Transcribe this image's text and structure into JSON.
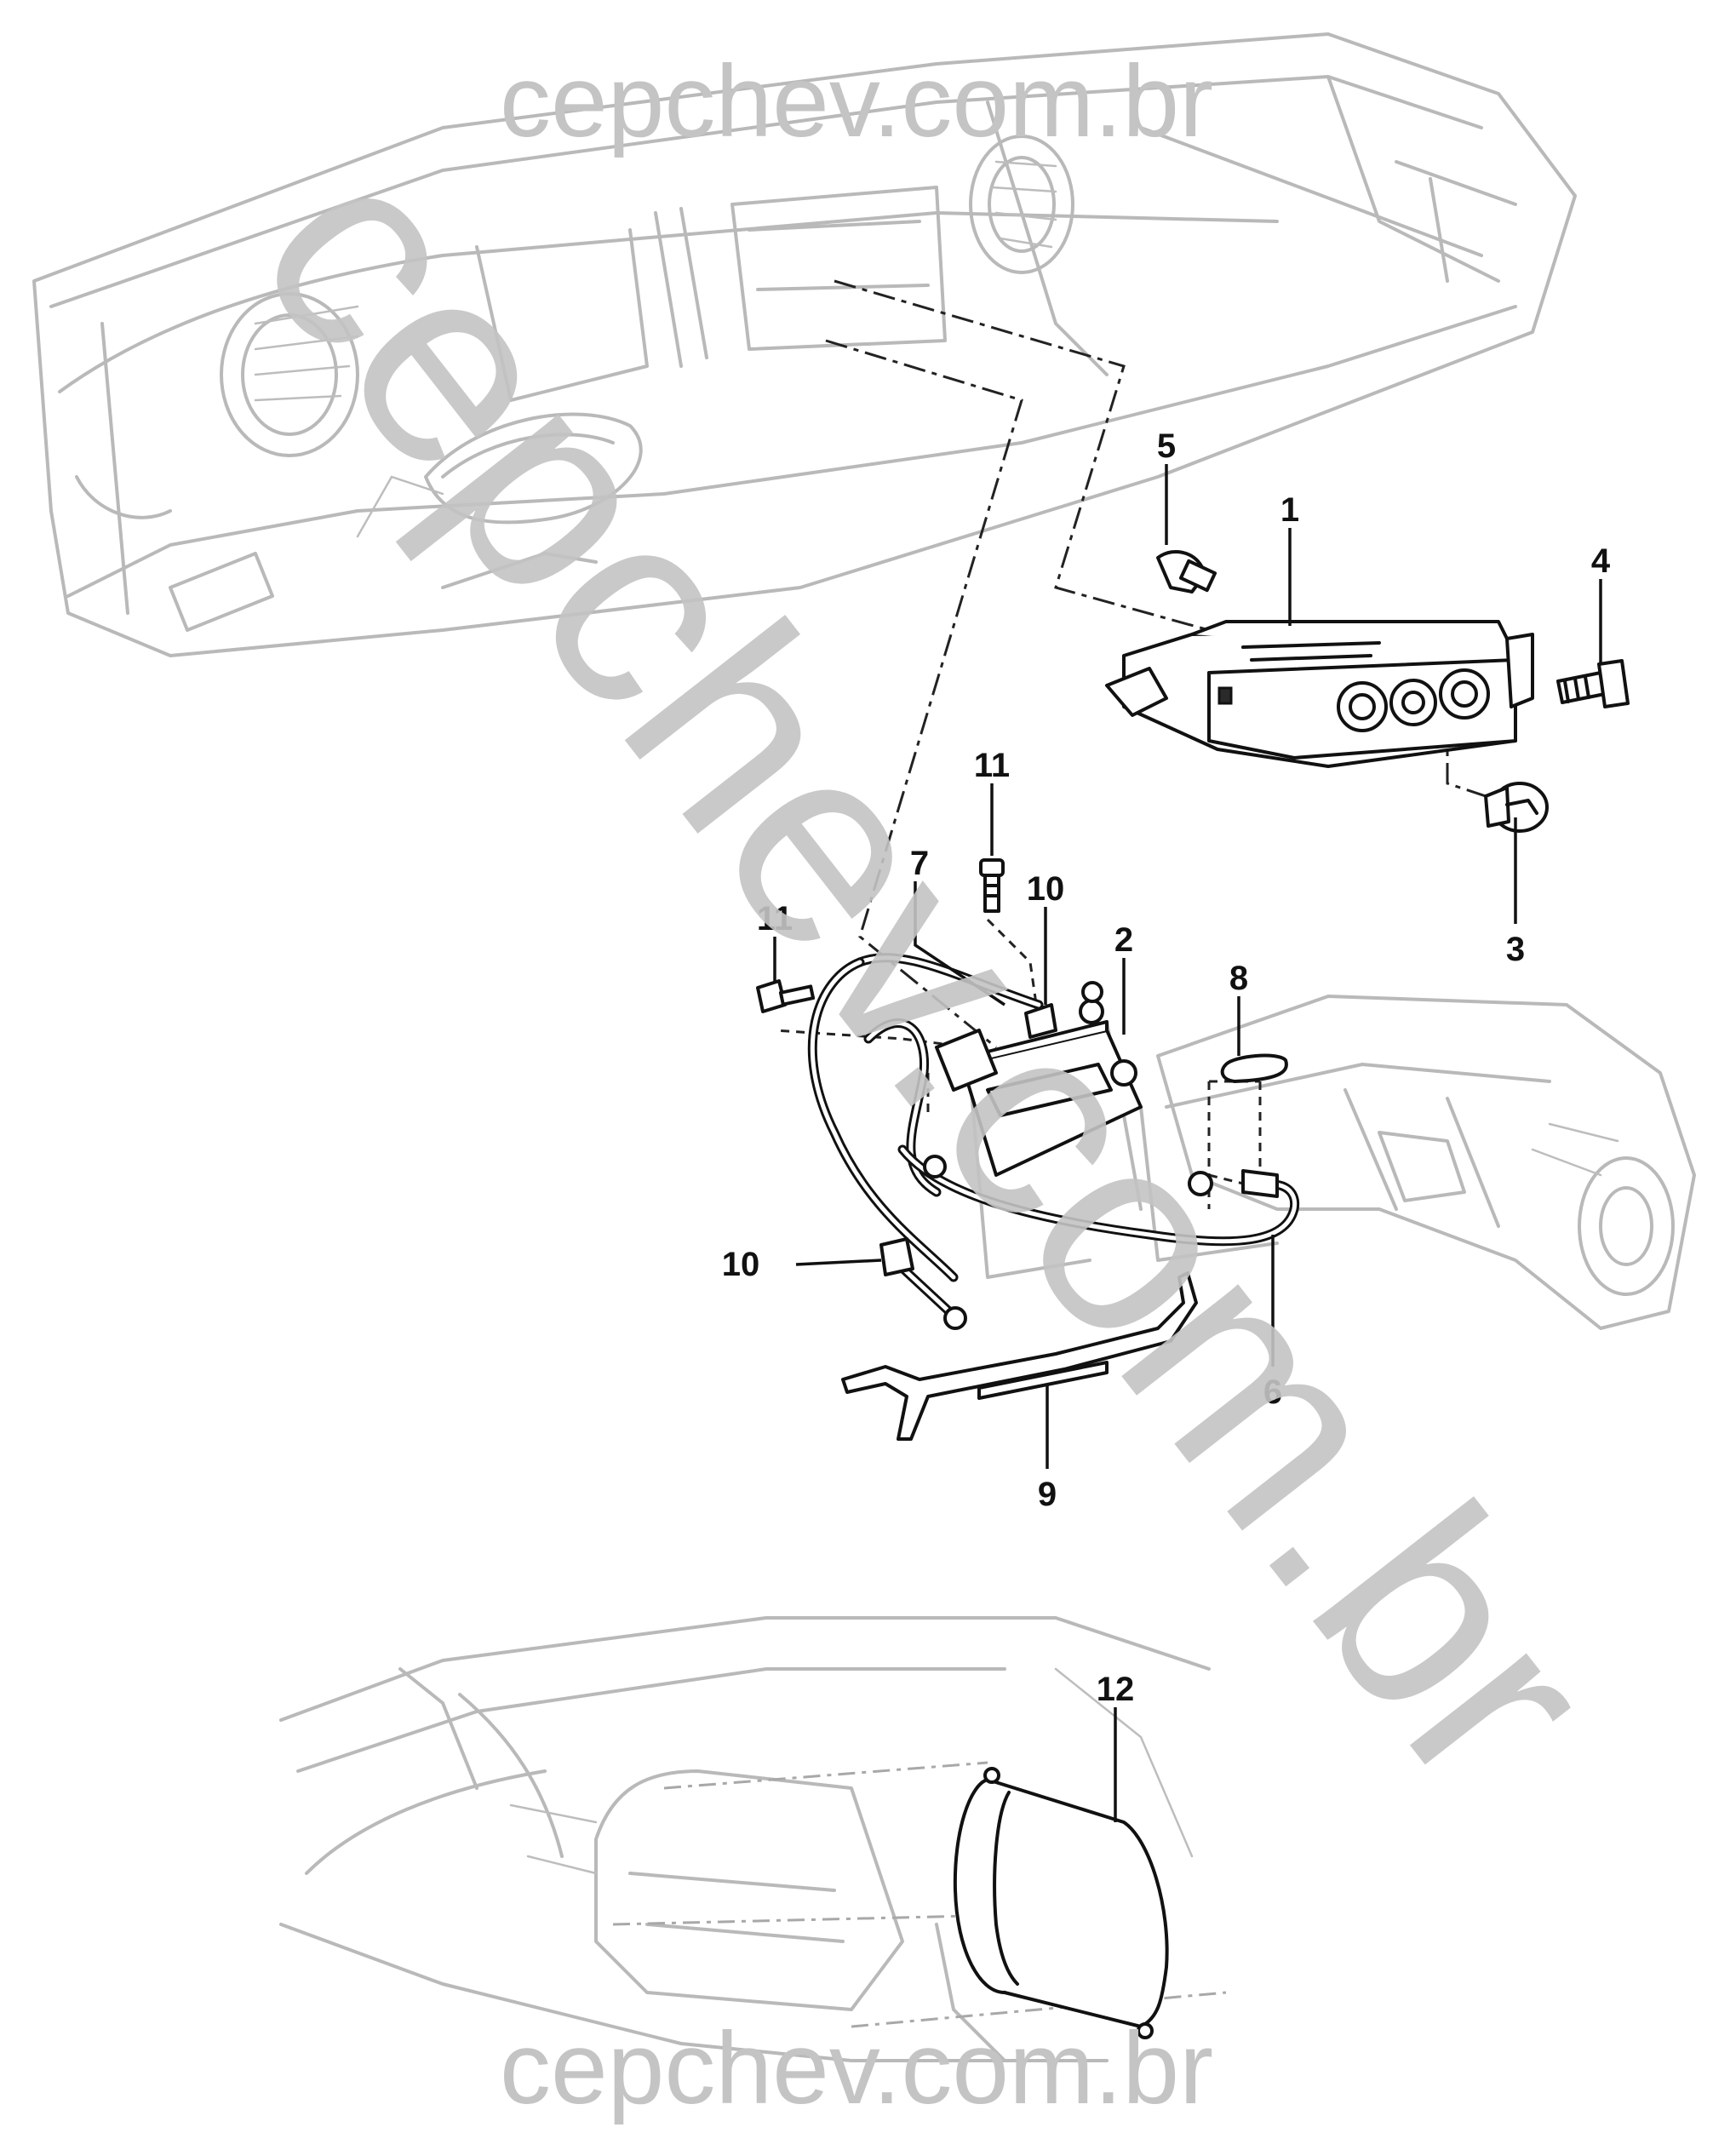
{
  "diagram": {
    "parts": [
      {
        "id": "1",
        "label": "1"
      },
      {
        "id": "2",
        "label": "2"
      },
      {
        "id": "3",
        "label": "3"
      },
      {
        "id": "4",
        "label": "4"
      },
      {
        "id": "5",
        "label": "5"
      },
      {
        "id": "6",
        "label": "6"
      },
      {
        "id": "7",
        "label": "7"
      },
      {
        "id": "8",
        "label": "8"
      },
      {
        "id": "9",
        "label": "9"
      },
      {
        "id": "10a",
        "label": "10"
      },
      {
        "id": "10b",
        "label": "10"
      },
      {
        "id": "11a",
        "label": "11"
      },
      {
        "id": "11b",
        "label": "11"
      },
      {
        "id": "12",
        "label": "12"
      }
    ]
  },
  "watermarks": {
    "top": "cepchev.com.br",
    "bottom": "cepchev.com.br",
    "diagonal": "cepchev.com.br"
  },
  "colors": {
    "line": "#111111",
    "ghost": "#b9b9b9",
    "watermark": "#c4c4c4",
    "background": "#ffffff"
  }
}
